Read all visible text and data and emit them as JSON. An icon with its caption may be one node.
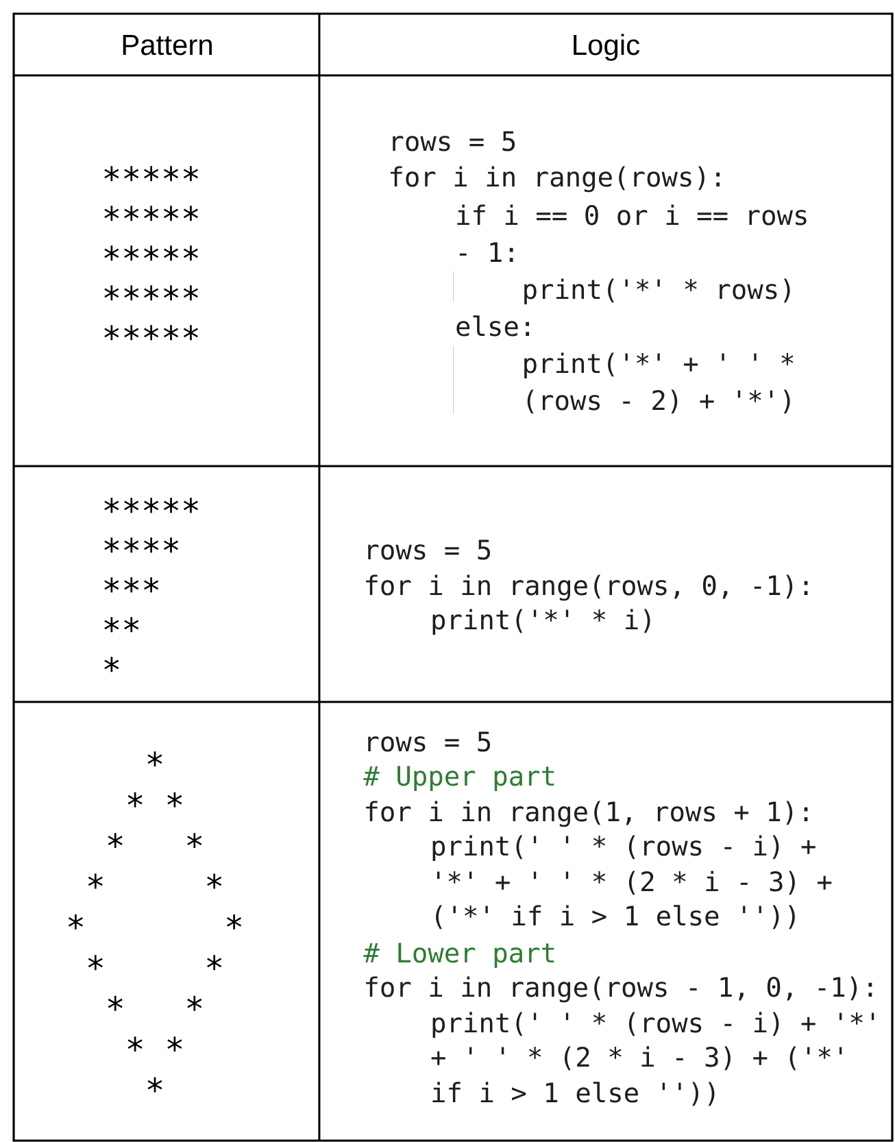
{
  "diagram": {
    "labels": [
      "Pattern",
      "Logic",
      "*****",
      "*****",
      "*****",
      "*****",
      "*****",
      "rows = 5",
      "for i in range(rows):",
      "if i == 0 or i == rows",
      "- 1:",
      "print('*' * rows)",
      "else:",
      "print('*' + ' ' *",
      "(rows - 2) + '*')",
      "*****",
      "****",
      "***",
      "**",
      "*",
      "rows = 5",
      "for i in range(rows, 0, -1):",
      "print('*' * i)",
      "*",
      "* *",
      "*   *",
      "*     *",
      "*       *",
      "*     *",
      "*   *",
      "* *",
      "*",
      "rows = 5",
      "# Upper part",
      "for i in range(1, rows + 1):",
      "print(' ' * (rows - i) +",
      "'*' + ' ' * (2 * i - 3) +",
      "('*' if i > 1 else ''))",
      "# Lower part",
      "for i in range(rows - 1, 0, -1):",
      "print(' ' * (rows - i) + '*'",
      "+ ' ' * (2 * i - 3) + ('*'",
      "if i > 1 else ''))"
    ]
  }
}
